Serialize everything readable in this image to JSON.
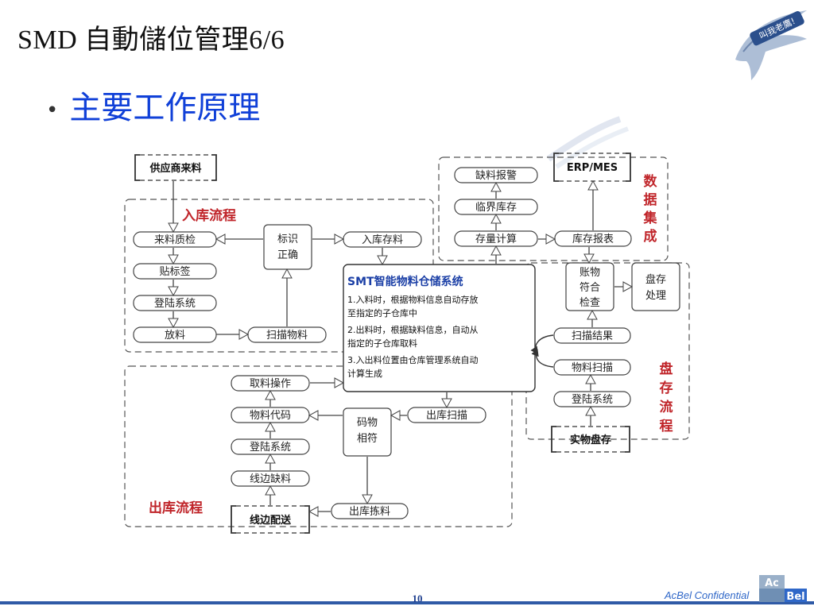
{
  "slide": {
    "title": "SMD 自動儲位管理6/6",
    "bullet": "主要工作原理",
    "page_number": "10",
    "confidential": "AcBel Confidential",
    "logo_text": "叫我老鷹!",
    "brand_top": "Ac",
    "brand_bottom": "Bel"
  },
  "diagram": {
    "supplier": "供应商来料",
    "erp": "ERP/MES",
    "physical_inventory": "实物盘存",
    "line_delivery": "线边配送",
    "regions": {
      "inbound": "入库流程",
      "outbound": "出库流程",
      "data_int": [
        "数",
        "据",
        "集",
        "成"
      ],
      "inventory_flow": [
        "盘",
        "存",
        "流",
        "程"
      ]
    },
    "inbound": {
      "incoming_qc": "来料质检",
      "labeling": "贴标签",
      "login": "登陆系统",
      "put_material": "放料",
      "scan_material": "扫描物料",
      "label_ok": [
        "标识",
        "正确"
      ],
      "inbound_store": "入库存料"
    },
    "data_integration": {
      "shortage_alarm": "缺料报警",
      "critical_stock": "临界库存",
      "stock_calc": "存量计算",
      "stock_report": "库存报表"
    },
    "inventory": {
      "account_check": [
        "账物",
        "符合",
        "检查"
      ],
      "inventory_process": [
        "盘存",
        "处理"
      ],
      "scan_result": "扫描结果",
      "material_scan": "物料扫描",
      "login": "登陆系统"
    },
    "outbound": {
      "pick_operation": "取料操作",
      "material_code": "物料代码",
      "login": "登陆系统",
      "line_shortage": "线边缺料",
      "outbound_scan": "出库扫描",
      "code_match": [
        "码物",
        "相符"
      ],
      "outbound_pick": "出库拣料"
    },
    "smt": {
      "title": "SMT智能物料仓储系统",
      "lines": [
        "1.入料时，根据物料信息自动存放",
        "至指定的子仓库中",
        "2.出料时，根据缺料信息，自动从",
        "指定的子仓库取料",
        "3.入出料位置由仓库管理系统自动",
        "计算生成"
      ]
    }
  }
}
